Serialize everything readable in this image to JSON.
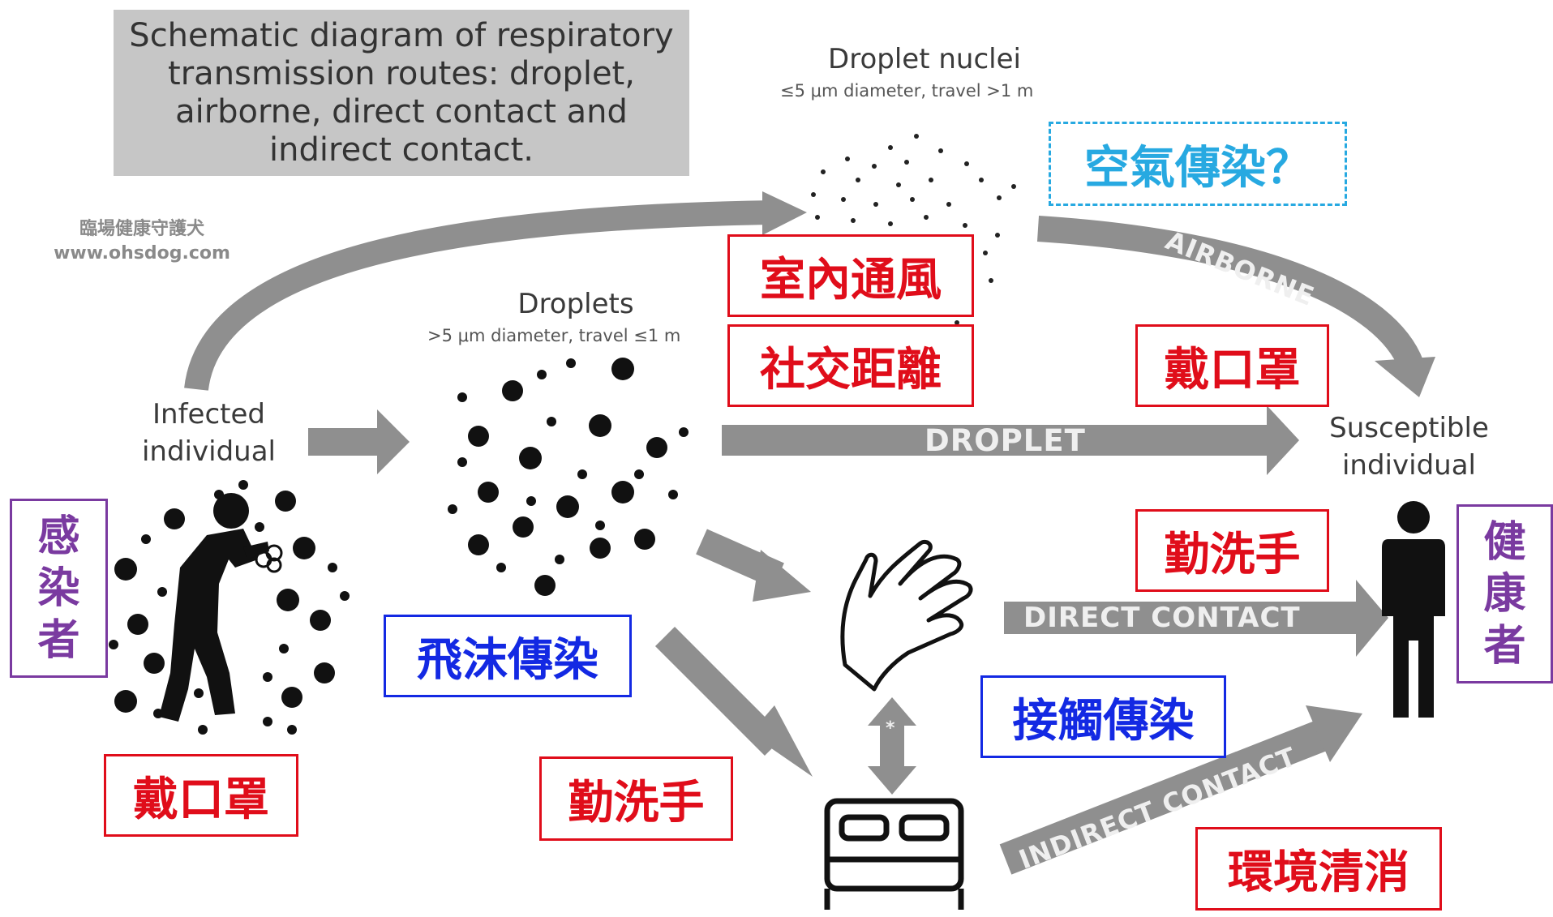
{
  "title": {
    "lines": [
      "Schematic diagram of respiratory",
      "transmission routes: droplet,",
      "airborne, direct contact and",
      "indirect contact."
    ]
  },
  "watermark": {
    "name": "臨場健康守護犬",
    "url": "www.ohsdog.com"
  },
  "labels": {
    "droplet_nuclei": "Droplet nuclei",
    "droplet_nuclei_sub": "≤5 μm diameter, travel >1 m",
    "droplets": "Droplets",
    "droplets_sub": ">5 μm diameter, travel ≤1 m",
    "infected": [
      "Infected",
      "individual"
    ],
    "susceptible": [
      "Susceptible",
      "individual"
    ]
  },
  "arrows": {
    "airborne": "AIRBORNE",
    "droplet": "DROPLET",
    "direct_contact": "DIRECT CONTACT",
    "indirect_contact": "INDIRECT CONTACT",
    "fomite_mark": "*"
  },
  "annotations": {
    "airborne_q": "空氣傳染？",
    "ventilation": "室內通風",
    "social_distance": "社交距離",
    "mask_right": "戴口罩",
    "handwash_right": "勤洗手",
    "droplet_transmission": "飛沫傳染",
    "contact_transmission": "接觸傳染",
    "mask_left": "戴口罩",
    "handwash_bottom": "勤洗手",
    "disinfection": "環境清消",
    "infected_person": [
      "感",
      "染",
      "者"
    ],
    "healthy_person": [
      "健",
      "康",
      "者"
    ]
  },
  "colors": {
    "arrow_gray": "#8f8f8f",
    "annotation_red": "#e00d1a",
    "annotation_blue": "#1329e3",
    "annotation_cyan": "#27a9e1",
    "annotation_purple": "#7a3aa0",
    "title_bg": "#c6c6c6"
  }
}
